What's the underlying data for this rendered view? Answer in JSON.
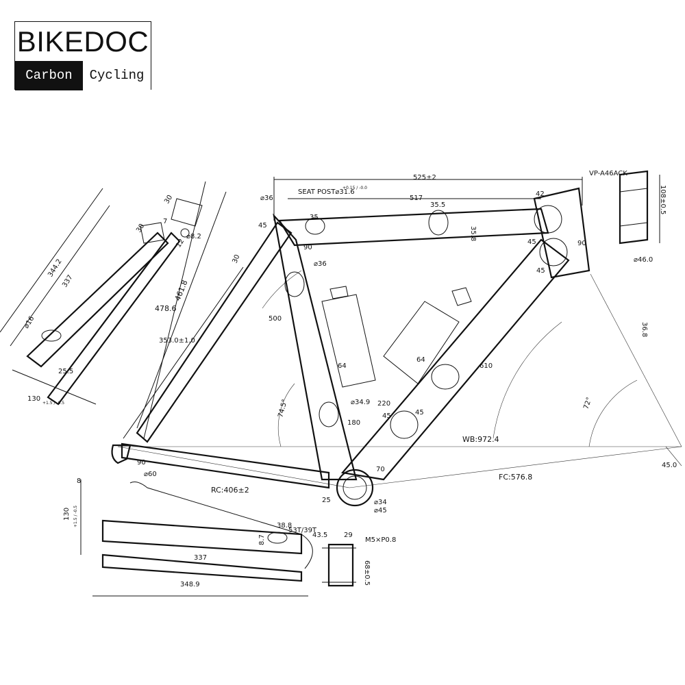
{
  "logo": {
    "brand": "BIKEDOC",
    "left": "Carbon",
    "right": "Cycling"
  },
  "part_no": "VP-A46ACK",
  "dims": {
    "top_len": "525±2",
    "seat_post": "SEAT POST⌀31.6",
    "seat_post_tol": "+0.15 / -0.0",
    "tt_517": "517",
    "d36_top": "⌀36",
    "a45_top": "45",
    "tt35": "35",
    "tt355": "35.5",
    "tt358": "35.8",
    "ht_top": "42",
    "ht_1085": "108±0.5",
    "ht_46": "⌀46.0",
    "ht_45": "45",
    "ht_45b": "45",
    "ht_90": "90",
    "st_90": "90",
    "st_36": "⌀36",
    "st_500": "500",
    "st_4786": "478.6",
    "st_4618": "461.8",
    "st_3530": "353.0±1.0",
    "st_30": "30",
    "ang_745": "74.5°",
    "ang_72": "72°",
    "dt_610": "610",
    "dt_368": "36.8",
    "dt_64a": "64",
    "dt_64b": "64",
    "dt_349": "⌀34.9",
    "dt_220": "220",
    "dt_180": "180",
    "dt_45a": "45",
    "dt_45b": "45",
    "dt_70": "70",
    "wb": "WB:972.4",
    "fc": "FC:576.8",
    "rc": "RC:406±2",
    "r45": "45.0",
    "ss_3442": "344.2",
    "ss_337": "337",
    "ss_30a": "30",
    "ss_30b": "30",
    "ss_7": "7",
    "ss_82": "⌀8.2",
    "ss_12": "12",
    "ss_16": "⌀16",
    "ss_255": "25.5",
    "ss_130": "130",
    "ss_130_tol": "+1.5 / -0.5",
    "cs_90": "90",
    "cs_60": "⌀60",
    "cs_8": "8",
    "cs_130": "130",
    "cs_130_tol": "+1.5 / -0.5",
    "cs_337": "337",
    "cs_3489": "348.9",
    "cs_388": "38.8",
    "cs_chain": "53T/39T",
    "cs_435": "43.5",
    "cs_29": "29",
    "cs_m5": "M5×P0.8",
    "cs_685": "68±0.5",
    "cs_87": "8.7",
    "bb_34": "⌀34",
    "bb_25": "25",
    "bb_45": "⌀45"
  }
}
